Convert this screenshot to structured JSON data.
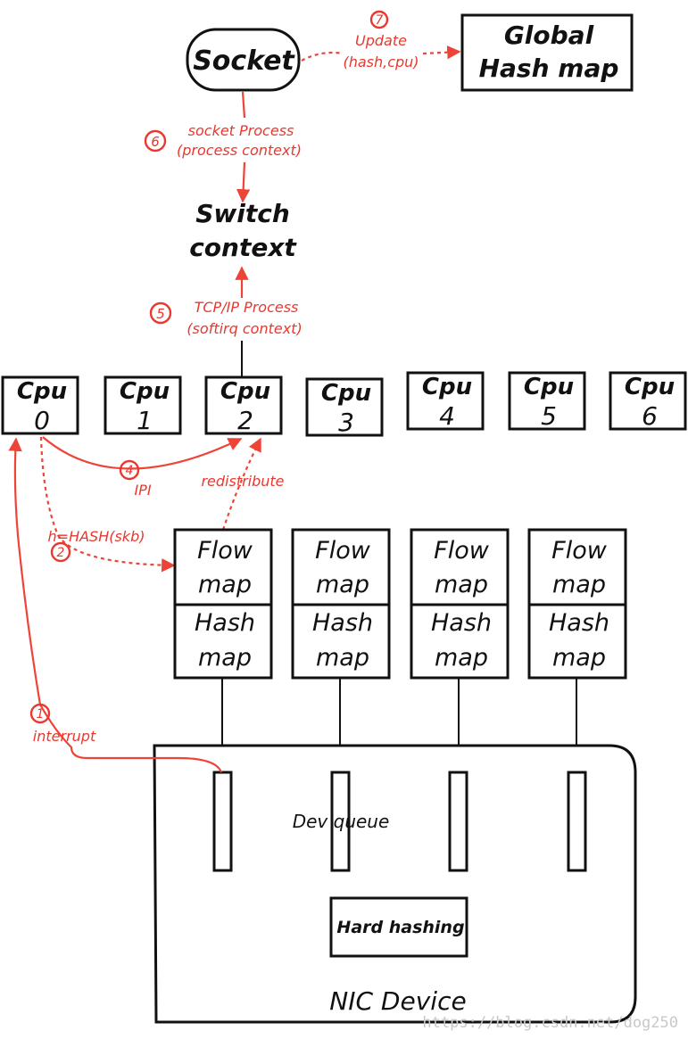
{
  "colors": {
    "annotation": "#e8382f",
    "ink": "#111111"
  },
  "socket": {
    "label": "Socket"
  },
  "global_hash_map": {
    "line1": "Global",
    "line2": "Hash map"
  },
  "switch_context": {
    "line1": "Switch",
    "line2": "context"
  },
  "steps": {
    "s1": {
      "num": "1",
      "label": "interrupt"
    },
    "s2": {
      "num": "2",
      "label": "h=HASH(skb)"
    },
    "s4": {
      "num": "4",
      "label": "IPI"
    },
    "redistribute": "redistribute",
    "s5": {
      "num": "5",
      "line1": "TCP/IP Process",
      "line2": "(softirq context)"
    },
    "s6": {
      "num": "6",
      "line1": "socket Process",
      "line2": "(process context)"
    },
    "s7": {
      "num": "7",
      "line1": "Update",
      "line2": "(hash,cpu)"
    }
  },
  "cpus": [
    {
      "top": "Cpu",
      "num": "0"
    },
    {
      "top": "Cpu",
      "num": "1"
    },
    {
      "top": "Cpu",
      "num": "2"
    },
    {
      "top": "Cpu",
      "num": "3"
    },
    {
      "top": "Cpu",
      "num": "4"
    },
    {
      "top": "Cpu",
      "num": "5"
    },
    {
      "top": "Cpu",
      "num": "6"
    }
  ],
  "maps": {
    "flow": {
      "line1": "Flow",
      "line2": "map"
    },
    "hash": {
      "line1": "Hash",
      "line2": "map"
    }
  },
  "nic": {
    "dev_queue": "Dev queue",
    "hard_hashing": "Hard hashing",
    "title": "NIC Device"
  },
  "watermark": "https://blog.csdn.net/dog250"
}
